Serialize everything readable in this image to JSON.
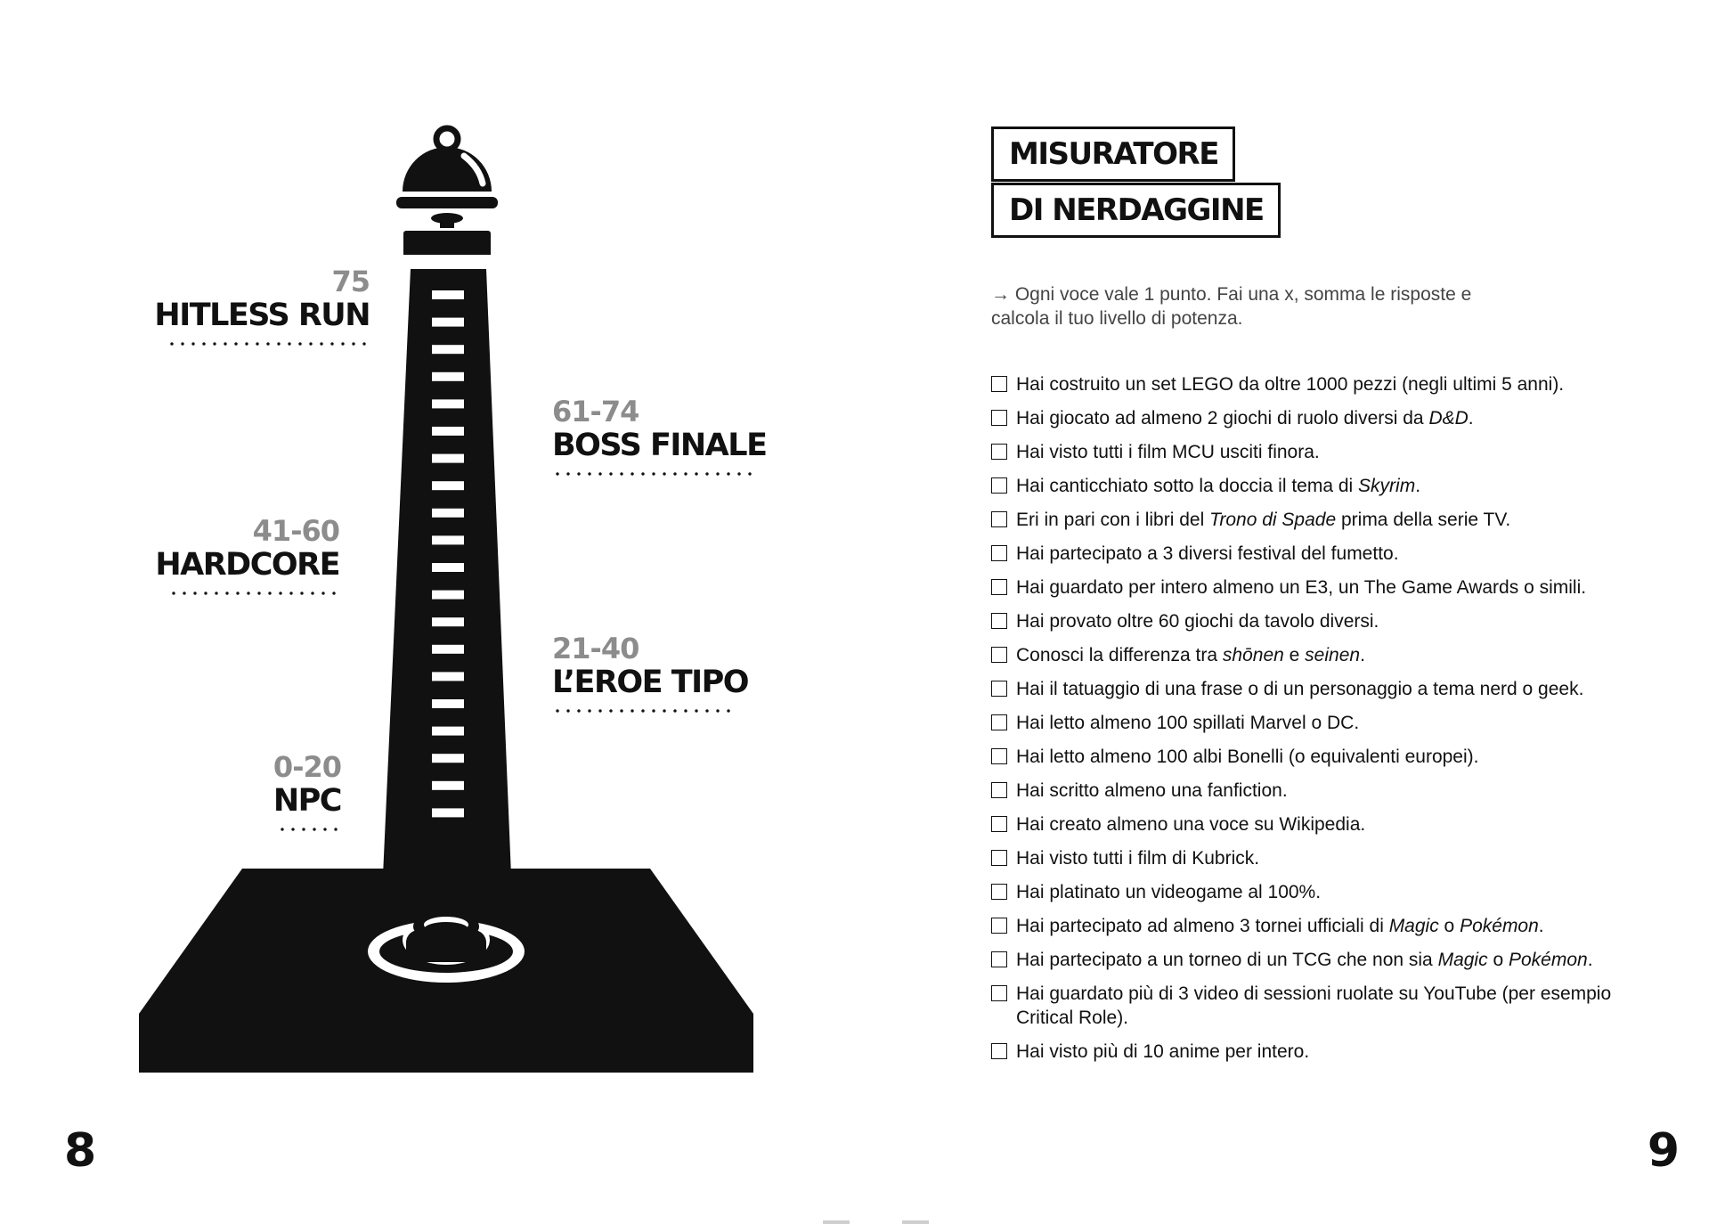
{
  "left_page": {
    "levels": [
      {
        "range": "75",
        "label": "HITLESS RUN"
      },
      {
        "range": "61-74",
        "label": "BOSS FINALE"
      },
      {
        "range": "41-60",
        "label": "HARDCORE"
      },
      {
        "range": "21-40",
        "label": "L’EROE TIPO"
      },
      {
        "range": "0-20",
        "label": "NPC"
      }
    ],
    "page_number": "8"
  },
  "right_page": {
    "title_line1": "MISURATORE",
    "title_line2": "DI NERDAGGINE",
    "intro_arrow": "→",
    "intro_text": "Ogni voce vale 1 punto. Fai una x, somma le risposte e calcola il tuo livello di potenza.",
    "items": [
      [
        {
          "t": "Hai costruito un set LEGO da oltre 1000 pezzi (negli ultimi 5 anni)."
        }
      ],
      [
        {
          "t": "Hai giocato ad almeno 2 giochi di ruolo diversi da "
        },
        {
          "t": "D&D",
          "i": true
        },
        {
          "t": "."
        }
      ],
      [
        {
          "t": "Hai visto tutti i film MCU usciti finora."
        }
      ],
      [
        {
          "t": "Hai canticchiato sotto la doccia il tema di "
        },
        {
          "t": "Skyrim",
          "i": true
        },
        {
          "t": "."
        }
      ],
      [
        {
          "t": "Eri in pari con i libri del "
        },
        {
          "t": "Trono di Spade",
          "i": true
        },
        {
          "t": " prima della serie TV."
        }
      ],
      [
        {
          "t": "Hai partecipato a 3 diversi festival del fumetto."
        }
      ],
      [
        {
          "t": "Hai guardato per intero almeno un E3, un The Game Awards o simili."
        }
      ],
      [
        {
          "t": "Hai provato oltre 60 giochi da tavolo diversi."
        }
      ],
      [
        {
          "t": "Conosci la differenza tra "
        },
        {
          "t": "shōnen",
          "i": true
        },
        {
          "t": " e "
        },
        {
          "t": "seinen",
          "i": true
        },
        {
          "t": "."
        }
      ],
      [
        {
          "t": "Hai il tatuaggio di una frase o di un personaggio a tema nerd o geek."
        }
      ],
      [
        {
          "t": "Hai letto almeno 100 spillati Marvel o DC."
        }
      ],
      [
        {
          "t": "Hai letto almeno 100 albi Bonelli (o equivalenti europei)."
        }
      ],
      [
        {
          "t": "Hai scritto almeno una fanfiction."
        }
      ],
      [
        {
          "t": "Hai creato almeno una voce su Wikipedia."
        }
      ],
      [
        {
          "t": "Hai visto tutti i film di Kubrick."
        }
      ],
      [
        {
          "t": "Hai platinato un videogame al 100%."
        }
      ],
      [
        {
          "t": "Hai partecipato ad almeno 3 tornei ufficiali di "
        },
        {
          "t": "Magic",
          "i": true
        },
        {
          "t": " o "
        },
        {
          "t": "Pokémon",
          "i": true
        },
        {
          "t": "."
        }
      ],
      [
        {
          "t": "Hai partecipato a un torneo di un TCG che non sia "
        },
        {
          "t": "Magic",
          "i": true
        },
        {
          "t": " o "
        },
        {
          "t": "Pokémon",
          "i": true
        },
        {
          "t": "."
        }
      ],
      [
        {
          "t": "Hai guardato più di 3 video di sessioni ruolate su YouTube (per esempio Critical Role)."
        }
      ],
      [
        {
          "t": "Hai visto più di 10 anime per intero."
        }
      ]
    ],
    "page_number": "9"
  },
  "colors": {
    "ink": "#111111",
    "grey": "#8c8c8c",
    "paper": "#ffffff"
  },
  "icons": [
    "strength-tester-bell-icon",
    "checkbox-icon"
  ]
}
